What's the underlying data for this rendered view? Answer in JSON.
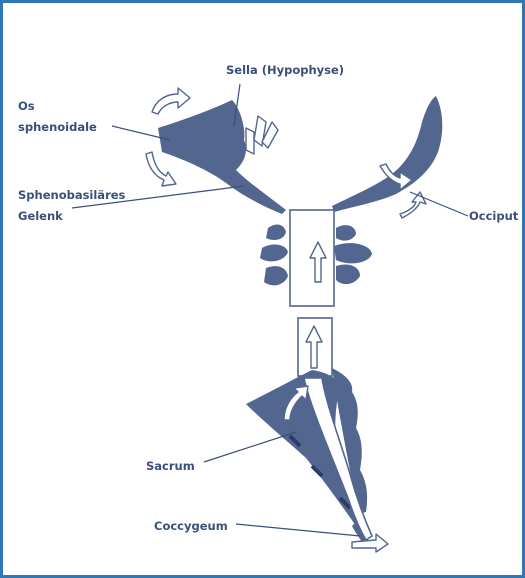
{
  "labels": {
    "sella": "Sella (Hypophyse)",
    "os_line1": "Os",
    "os_line2": "sphenoidale",
    "spheno_line1": "Sphenobasiläres",
    "spheno_line2": "Gelenk",
    "occiput": "Occiput",
    "sacrum": "Sacrum",
    "coccygeum": "Coccygeum"
  },
  "colors": {
    "bone": "#52668f",
    "label": "#3a4f7c",
    "frame": "#2f77b6"
  }
}
